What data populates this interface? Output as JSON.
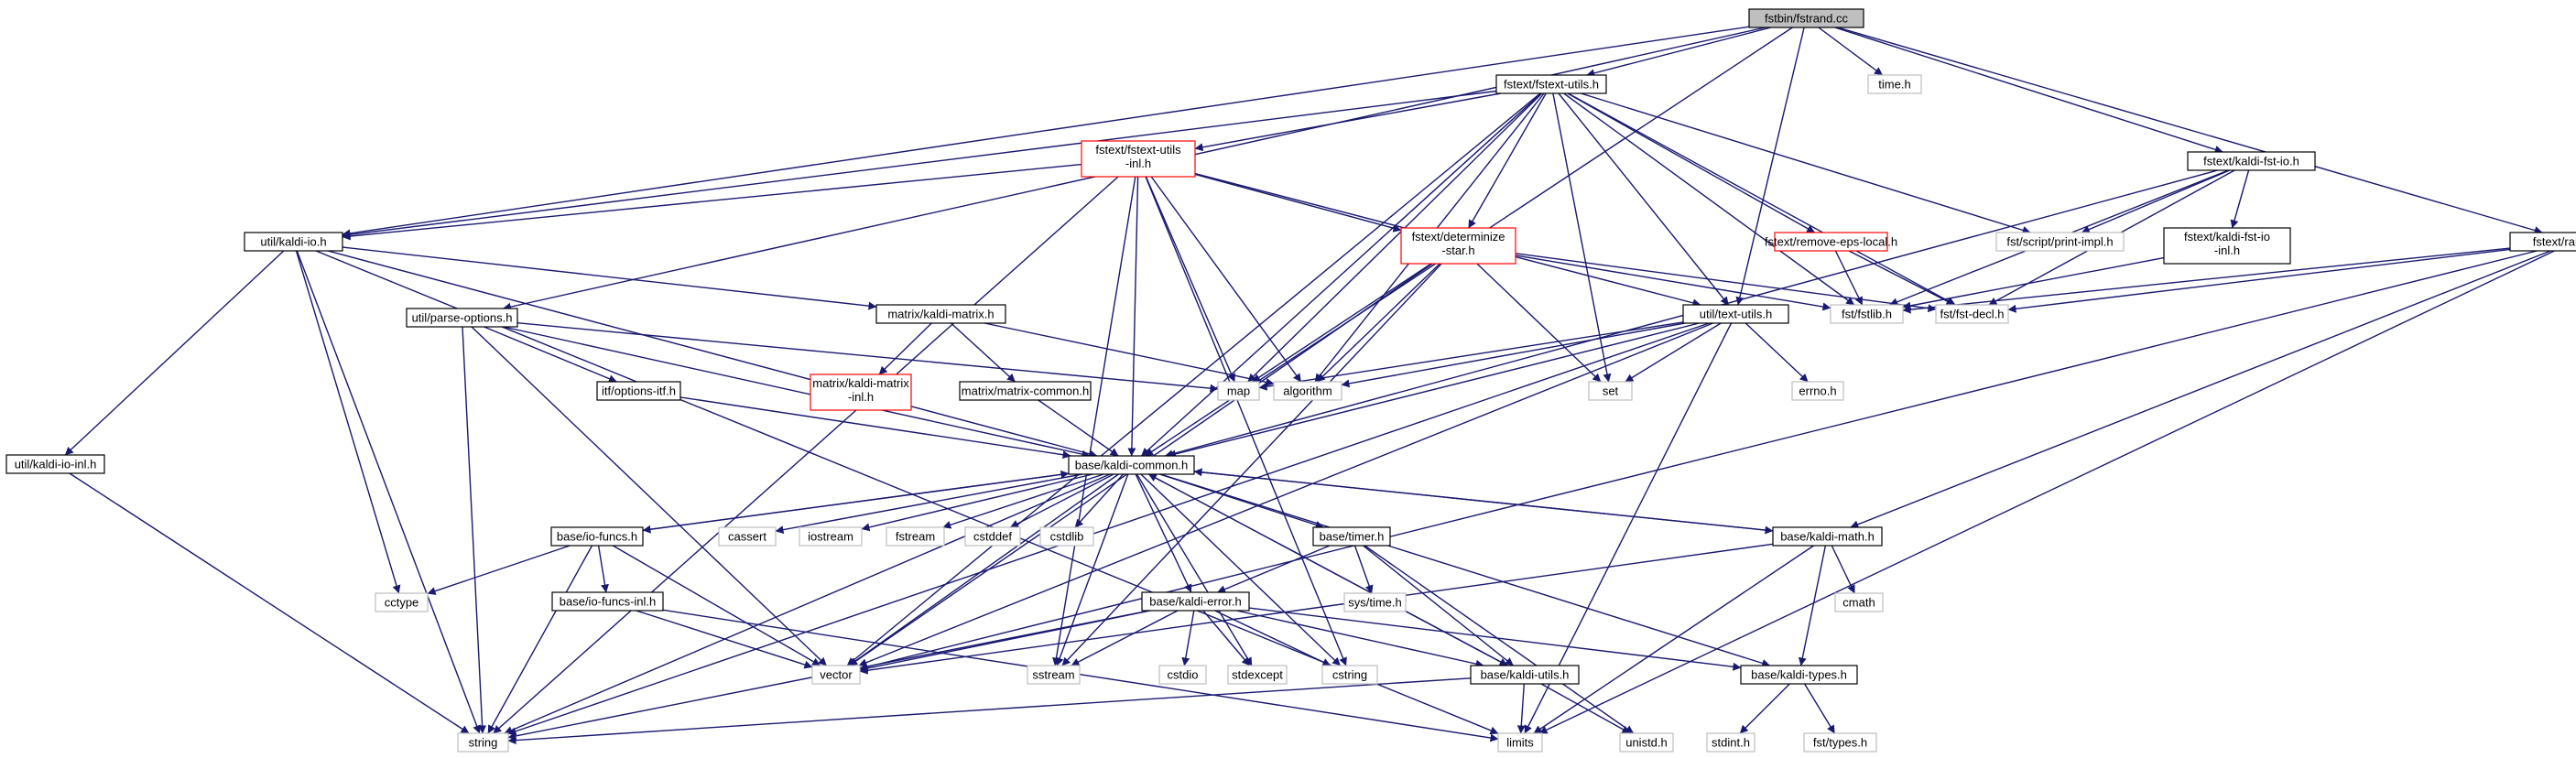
{
  "colors": {
    "edge": "#191970",
    "root_fill": "#bfbfbf",
    "node_border": "#000000",
    "external_border": "#bfbfbf",
    "missing_border": "#ff0000",
    "background": "#ffffff"
  },
  "nodes": [
    {
      "id": "root",
      "label": "fstbin/fstrand.cc",
      "kind": "root"
    },
    {
      "id": "fu",
      "label": "fstext/fstext-utils.h",
      "kind": "normal"
    },
    {
      "id": "timeh",
      "label": "time.h",
      "kind": "external"
    },
    {
      "id": "kfio",
      "label": "fstext/kaldi-fst-io.h",
      "kind": "normal"
    },
    {
      "id": "rand",
      "label": "fstext/rand-fst.h",
      "kind": "normal"
    },
    {
      "id": "fuinl",
      "label": [
        "fstext/fstext-utils",
        "-inl.h"
      ],
      "kind": "missing"
    },
    {
      "id": "kio",
      "label": "util/kaldi-io.h",
      "kind": "normal"
    },
    {
      "id": "det",
      "label": [
        "fstext/determinize",
        "-star.h"
      ],
      "kind": "missing"
    },
    {
      "id": "rem",
      "label": "fstext/remove-eps-local.h",
      "kind": "missing"
    },
    {
      "id": "printimpl",
      "label": "fst/script/print-impl.h",
      "kind": "external"
    },
    {
      "id": "kfioinl",
      "label": [
        "fstext/kaldi-fst-io",
        "-inl.h"
      ],
      "kind": "normal"
    },
    {
      "id": "po",
      "label": "util/parse-options.h",
      "kind": "normal"
    },
    {
      "id": "mkm",
      "label": "matrix/kaldi-matrix.h",
      "kind": "normal"
    },
    {
      "id": "tu",
      "label": "util/text-utils.h",
      "kind": "normal"
    },
    {
      "id": "fstlib",
      "label": "fst/fstlib.h",
      "kind": "external"
    },
    {
      "id": "fstdecl",
      "label": "fst/fst-decl.h",
      "kind": "external"
    },
    {
      "id": "kioinl",
      "label": "util/kaldi-io-inl.h",
      "kind": "normal"
    },
    {
      "id": "itf",
      "label": "itf/options-itf.h",
      "kind": "normal"
    },
    {
      "id": "mkminl",
      "label": [
        "matrix/kaldi-matrix",
        "-inl.h"
      ],
      "kind": "missing"
    },
    {
      "id": "mc",
      "label": "matrix/matrix-common.h",
      "kind": "normal"
    },
    {
      "id": "map",
      "label": "map",
      "kind": "external"
    },
    {
      "id": "algorithm",
      "label": "algorithm",
      "kind": "external"
    },
    {
      "id": "set",
      "label": "set",
      "kind": "external"
    },
    {
      "id": "errno",
      "label": "errno.h",
      "kind": "external"
    },
    {
      "id": "kc",
      "label": "base/kaldi-common.h",
      "kind": "normal"
    },
    {
      "id": "iof",
      "label": "base/io-funcs.h",
      "kind": "normal"
    },
    {
      "id": "cassert",
      "label": "cassert",
      "kind": "external"
    },
    {
      "id": "iostream",
      "label": "iostream",
      "kind": "external"
    },
    {
      "id": "fstream",
      "label": "fstream",
      "kind": "external"
    },
    {
      "id": "cstddef",
      "label": "cstddef",
      "kind": "external"
    },
    {
      "id": "cstdlib",
      "label": "cstdlib",
      "kind": "external"
    },
    {
      "id": "timer",
      "label": "base/timer.h",
      "kind": "normal"
    },
    {
      "id": "km",
      "label": "base/kaldi-math.h",
      "kind": "normal"
    },
    {
      "id": "cctype",
      "label": "cctype",
      "kind": "external"
    },
    {
      "id": "iofinl",
      "label": "base/io-funcs-inl.h",
      "kind": "normal"
    },
    {
      "id": "systime",
      "label": "sys/time.h",
      "kind": "external"
    },
    {
      "id": "cmath",
      "label": "cmath",
      "kind": "external"
    },
    {
      "id": "ke",
      "label": "base/kaldi-error.h",
      "kind": "normal"
    },
    {
      "id": "vector",
      "label": "vector",
      "kind": "external"
    },
    {
      "id": "sstream",
      "label": "sstream",
      "kind": "external"
    },
    {
      "id": "cstdio",
      "label": "cstdio",
      "kind": "external"
    },
    {
      "id": "stdexcept",
      "label": "stdexcept",
      "kind": "external"
    },
    {
      "id": "cstring",
      "label": "cstring",
      "kind": "external"
    },
    {
      "id": "ku",
      "label": "base/kaldi-utils.h",
      "kind": "normal"
    },
    {
      "id": "kt",
      "label": "base/kaldi-types.h",
      "kind": "normal"
    },
    {
      "id": "string",
      "label": "string",
      "kind": "external"
    },
    {
      "id": "limits",
      "label": "limits",
      "kind": "external"
    },
    {
      "id": "unistd",
      "label": "unistd.h",
      "kind": "external"
    },
    {
      "id": "stdint",
      "label": "stdint.h",
      "kind": "external"
    },
    {
      "id": "fsttypes",
      "label": "fst/types.h",
      "kind": "external"
    }
  ],
  "edges": [
    [
      "root",
      "fu"
    ],
    [
      "root",
      "timeh"
    ],
    [
      "root",
      "kfio"
    ],
    [
      "root",
      "rand"
    ],
    [
      "root",
      "kio"
    ],
    [
      "root",
      "po"
    ],
    [
      "root",
      "tu"
    ],
    [
      "root",
      "kc"
    ],
    [
      "fu",
      "fuinl"
    ],
    [
      "fu",
      "det"
    ],
    [
      "fu",
      "rem"
    ],
    [
      "fu",
      "printimpl"
    ],
    [
      "fu",
      "tu"
    ],
    [
      "fu",
      "fstlib"
    ],
    [
      "fu",
      "fstdecl"
    ],
    [
      "fu",
      "map"
    ],
    [
      "fu",
      "algorithm"
    ],
    [
      "fu",
      "set"
    ],
    [
      "fu",
      "kc"
    ],
    [
      "fu",
      "vector"
    ],
    [
      "fu",
      "kio"
    ],
    [
      "fuinl",
      "kio"
    ],
    [
      "fuinl",
      "det"
    ],
    [
      "fuinl",
      "tu"
    ],
    [
      "fuinl",
      "algorithm"
    ],
    [
      "fuinl",
      "map"
    ],
    [
      "fuinl",
      "kc"
    ],
    [
      "fuinl",
      "string"
    ],
    [
      "fuinl",
      "sstream"
    ],
    [
      "fuinl",
      "cstring"
    ],
    [
      "kfio",
      "printimpl"
    ],
    [
      "kfio",
      "kfioinl"
    ],
    [
      "kfio",
      "fstlib"
    ],
    [
      "kfio",
      "fstdecl"
    ],
    [
      "kfio",
      "kc"
    ],
    [
      "kfioinl",
      "fstlib"
    ],
    [
      "rand",
      "fstlib"
    ],
    [
      "rand",
      "fstdecl"
    ],
    [
      "rand",
      "km"
    ],
    [
      "rand",
      "vector"
    ],
    [
      "rand",
      "limits"
    ],
    [
      "rem",
      "fstlib"
    ],
    [
      "rem",
      "fstdecl"
    ],
    [
      "det",
      "fstlib"
    ],
    [
      "det",
      "fstdecl"
    ],
    [
      "det",
      "map"
    ],
    [
      "det",
      "algorithm"
    ],
    [
      "det",
      "set"
    ],
    [
      "det",
      "vector"
    ],
    [
      "det",
      "sstream"
    ],
    [
      "kio",
      "kioinl"
    ],
    [
      "kio",
      "mkm"
    ],
    [
      "kio",
      "kc"
    ],
    [
      "kio",
      "cctype"
    ],
    [
      "kio",
      "string"
    ],
    [
      "kio",
      "limits"
    ],
    [
      "kioinl",
      "string"
    ],
    [
      "po",
      "itf"
    ],
    [
      "po",
      "map"
    ],
    [
      "po",
      "kc"
    ],
    [
      "po",
      "vector"
    ],
    [
      "po",
      "string"
    ],
    [
      "itf",
      "kc"
    ],
    [
      "mkm",
      "mkminl"
    ],
    [
      "mkm",
      "mc"
    ],
    [
      "mkm",
      "algorithm"
    ],
    [
      "mc",
      "kc"
    ],
    [
      "tu",
      "map"
    ],
    [
      "tu",
      "algorithm"
    ],
    [
      "tu",
      "set"
    ],
    [
      "tu",
      "errno"
    ],
    [
      "tu",
      "kc"
    ],
    [
      "tu",
      "vector"
    ],
    [
      "tu",
      "string"
    ],
    [
      "tu",
      "limits"
    ],
    [
      "kc",
      "iof"
    ],
    [
      "kc",
      "cassert"
    ],
    [
      "kc",
      "iostream"
    ],
    [
      "kc",
      "fstream"
    ],
    [
      "kc",
      "cstddef"
    ],
    [
      "kc",
      "cstdlib"
    ],
    [
      "kc",
      "timer"
    ],
    [
      "kc",
      "km"
    ],
    [
      "kc",
      "ke"
    ],
    [
      "kc",
      "ku"
    ],
    [
      "kc",
      "kt"
    ],
    [
      "kc",
      "string"
    ],
    [
      "kc",
      "vector"
    ],
    [
      "kc",
      "sstream"
    ],
    [
      "kc",
      "stdexcept"
    ],
    [
      "kc",
      "cstring"
    ],
    [
      "iof",
      "cctype"
    ],
    [
      "iof",
      "iofinl"
    ],
    [
      "iof",
      "vector"
    ],
    [
      "iof",
      "string"
    ],
    [
      "iof",
      "kc"
    ],
    [
      "iofinl",
      "vector"
    ],
    [
      "iofinl",
      "limits"
    ],
    [
      "timer",
      "systime"
    ],
    [
      "timer",
      "ke"
    ],
    [
      "timer",
      "ku"
    ],
    [
      "timer",
      "unistd"
    ],
    [
      "km",
      "cmath"
    ],
    [
      "km",
      "kt"
    ],
    [
      "km",
      "limits"
    ],
    [
      "km",
      "vector"
    ],
    [
      "km",
      "kc"
    ],
    [
      "ke",
      "vector"
    ],
    [
      "ke",
      "sstream"
    ],
    [
      "ke",
      "cstdio"
    ],
    [
      "ke",
      "stdexcept"
    ],
    [
      "ke",
      "cstring"
    ],
    [
      "ke",
      "string"
    ],
    [
      "ke",
      "ku"
    ],
    [
      "ke",
      "kt"
    ],
    [
      "ku",
      "string"
    ],
    [
      "ku",
      "limits"
    ],
    [
      "ku",
      "unistd"
    ],
    [
      "ku",
      "kc"
    ],
    [
      "kt",
      "stdint"
    ],
    [
      "kt",
      "fsttypes"
    ]
  ]
}
